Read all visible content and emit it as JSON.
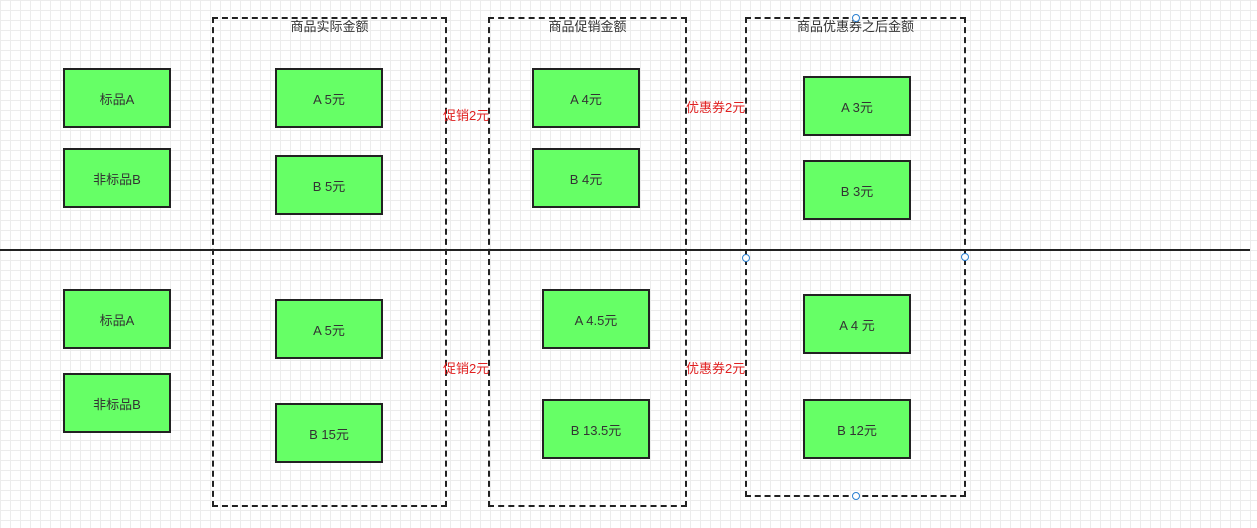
{
  "groups": {
    "actual": {
      "title": "商品实际金额"
    },
    "promo": {
      "title": "商品促销金额"
    },
    "coupon": {
      "title": "商品优惠券之后金额"
    }
  },
  "top": {
    "items": {
      "a": "标品A",
      "b": "非标品B"
    },
    "actual": {
      "a": "A 5元",
      "b": "B 5元"
    },
    "promo": {
      "a": "A 4元",
      "b": "B 4元"
    },
    "coupon": {
      "a": "A 3元",
      "b": "B 3元"
    },
    "promo_note": "促销2元",
    "coupon_note": "优惠券2元"
  },
  "bottom": {
    "items": {
      "a": "标品A",
      "b": "非标品B"
    },
    "actual": {
      "a": "A 5元",
      "b": "B 15元"
    },
    "promo": {
      "a": "A 4.5元",
      "b": "B 13.5元"
    },
    "coupon": {
      "a": "A 4 元",
      "b": "B 12元"
    },
    "promo_note": "促销2元",
    "coupon_note": "优惠券2元"
  },
  "colors": {
    "box_fill": "#66ff66",
    "note_text": "#e02020",
    "handle": "#2a7fd0"
  }
}
